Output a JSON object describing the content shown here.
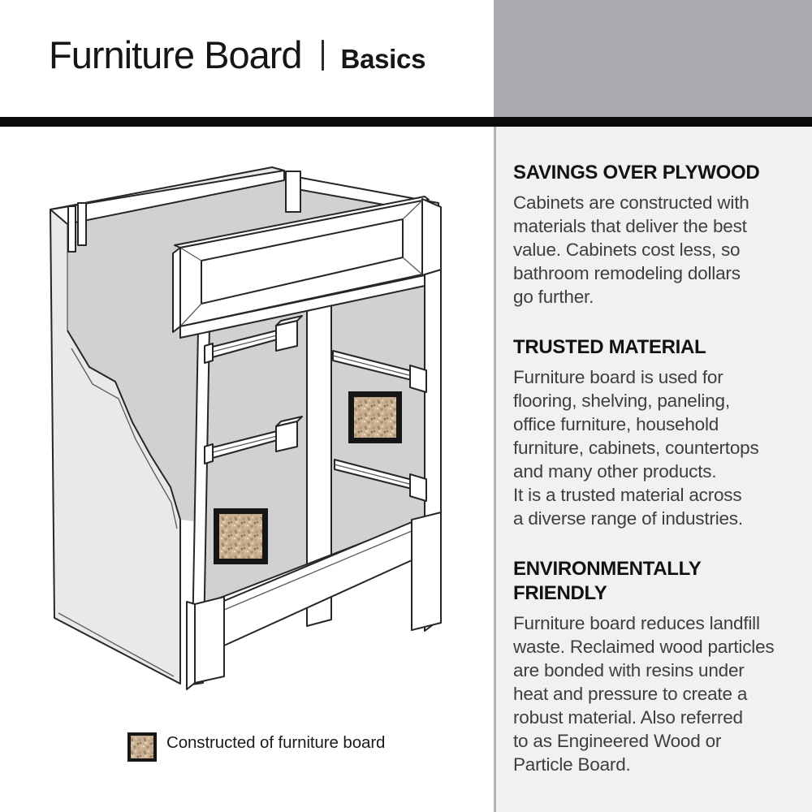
{
  "header": {
    "title": "Furniture Board",
    "separator": "|",
    "subtitle": "Basics"
  },
  "colors": {
    "accent_block": "#a9aaad",
    "rule_black": "#0b0b0b",
    "panel_bg": "#f1f1ef",
    "divider": "#b3b3b5",
    "drawing_gray": "#cfd1d3",
    "texture_base": "#c9b094"
  },
  "diagram": {
    "name": "vanity-cabinet-cutaway-illustration",
    "legend": {
      "swatch_icon": "furniture-board-texture-swatch",
      "label": "Constructed of furniture board"
    }
  },
  "sections": [
    {
      "heading": "SAVINGS OVER PLYWOOD",
      "body": "Cabinets are constructed with\nmaterials that deliver the best\nvalue. Cabinets cost less, so\nbathroom remodeling dollars\ngo further."
    },
    {
      "heading": "TRUSTED MATERIAL",
      "body": "Furniture board is used for\nflooring, shelving, paneling,\noffice furniture, household\nfurniture, cabinets, countertops\nand many other products.\nIt is a trusted material across\na diverse range of industries."
    },
    {
      "heading": "ENVIRONMENTALLY\nFRIENDLY",
      "body": "Furniture board reduces landfill\nwaste. Reclaimed wood particles\nare bonded with resins under\nheat and pressure to create a\nrobust material. Also referred\nto as Engineered Wood or\nParticle Board."
    }
  ]
}
